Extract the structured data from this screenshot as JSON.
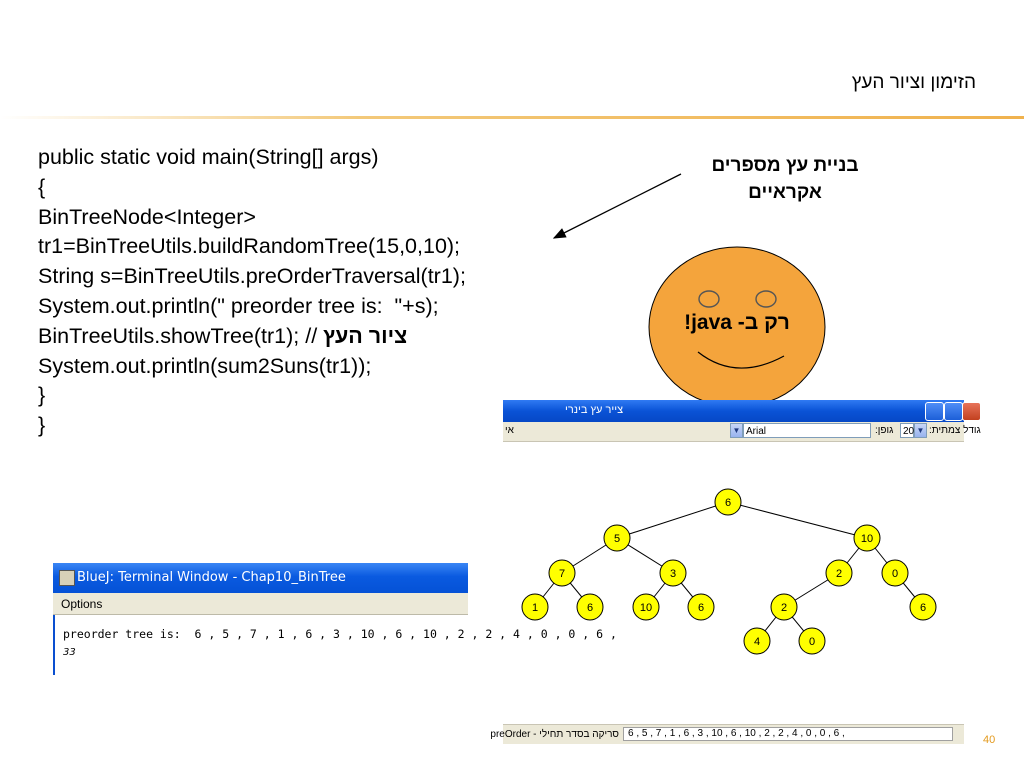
{
  "slide": {
    "title": "הזימון וציור העץ",
    "page_number": "40"
  },
  "code": {
    "lines": [
      "public static void main(String[] args)",
      "{",
      "BinTreeNode<Integer>",
      "tr1=BinTreeUtils.buildRandomTree(15,0,10);",
      "String s=BinTreeUtils.preOrderTraversal(tr1);",
      "System.out.println(\" preorder tree is:  \"+s);",
      "BinTreeUtils.showTree(tr1); // ",
      "System.out.println(sum2Suns(tr1));",
      "}",
      "}"
    ],
    "comment_hebrew": "ציור העץ"
  },
  "callout": {
    "line1": "בניית עץ מספרים",
    "line2": "אקראיים"
  },
  "smiley": {
    "text": "רק ב- java!",
    "color": "#f4a43c"
  },
  "tree_window": {
    "title": "ציור עץ בינרי",
    "title_left": "צייר עץ בינרי",
    "toolbar": {
      "left_label": "אי",
      "font_name": "Arial",
      "font_label": "גופן:",
      "size_value": "20",
      "size_label": "גודל צמתית:"
    },
    "node_color": "#ffff00",
    "nodes": [
      {
        "id": "n1",
        "value": "6"
      },
      {
        "id": "n2",
        "value": "5"
      },
      {
        "id": "n3",
        "value": "10"
      },
      {
        "id": "n4",
        "value": "7"
      },
      {
        "id": "n5",
        "value": "3"
      },
      {
        "id": "n6",
        "value": "2"
      },
      {
        "id": "n7",
        "value": "0"
      },
      {
        "id": "n8",
        "value": "1"
      },
      {
        "id": "n9",
        "value": "6"
      },
      {
        "id": "n10",
        "value": "10"
      },
      {
        "id": "n11",
        "value": "6"
      },
      {
        "id": "n12",
        "value": "2"
      },
      {
        "id": "n13",
        "value": "6"
      },
      {
        "id": "n14",
        "value": "4"
      },
      {
        "id": "n15",
        "value": "0"
      }
    ],
    "edges": [
      [
        "n1",
        "n2"
      ],
      [
        "n1",
        "n3"
      ],
      [
        "n2",
        "n4"
      ],
      [
        "n2",
        "n5"
      ],
      [
        "n3",
        "n6"
      ],
      [
        "n3",
        "n7"
      ],
      [
        "n4",
        "n8"
      ],
      [
        "n4",
        "n9"
      ],
      [
        "n5",
        "n10"
      ],
      [
        "n5",
        "n11"
      ],
      [
        "n6",
        "n12"
      ],
      [
        "n7",
        "n13"
      ],
      [
        "n12",
        "n14"
      ],
      [
        "n12",
        "n15"
      ]
    ],
    "status_label": "סריקה בסדר תחילי - preOrder",
    "status_value": "6 , 5 , 7 , 1 , 6 , 3 , 10 , 6 , 10 , 2 , 2 , 4 , 0 , 0 , 6 ,"
  },
  "terminal": {
    "title": "BlueJ:  Terminal Window - Chap10_BinTree",
    "menu_options": "Options",
    "output_line1": "preorder tree is:  6 , 5 , 7 , 1 , 6 , 3 , 10 , 6 , 10 , 2 , 2 , 4 , 0 , 0 , 6 ,",
    "output_line2": "33"
  }
}
